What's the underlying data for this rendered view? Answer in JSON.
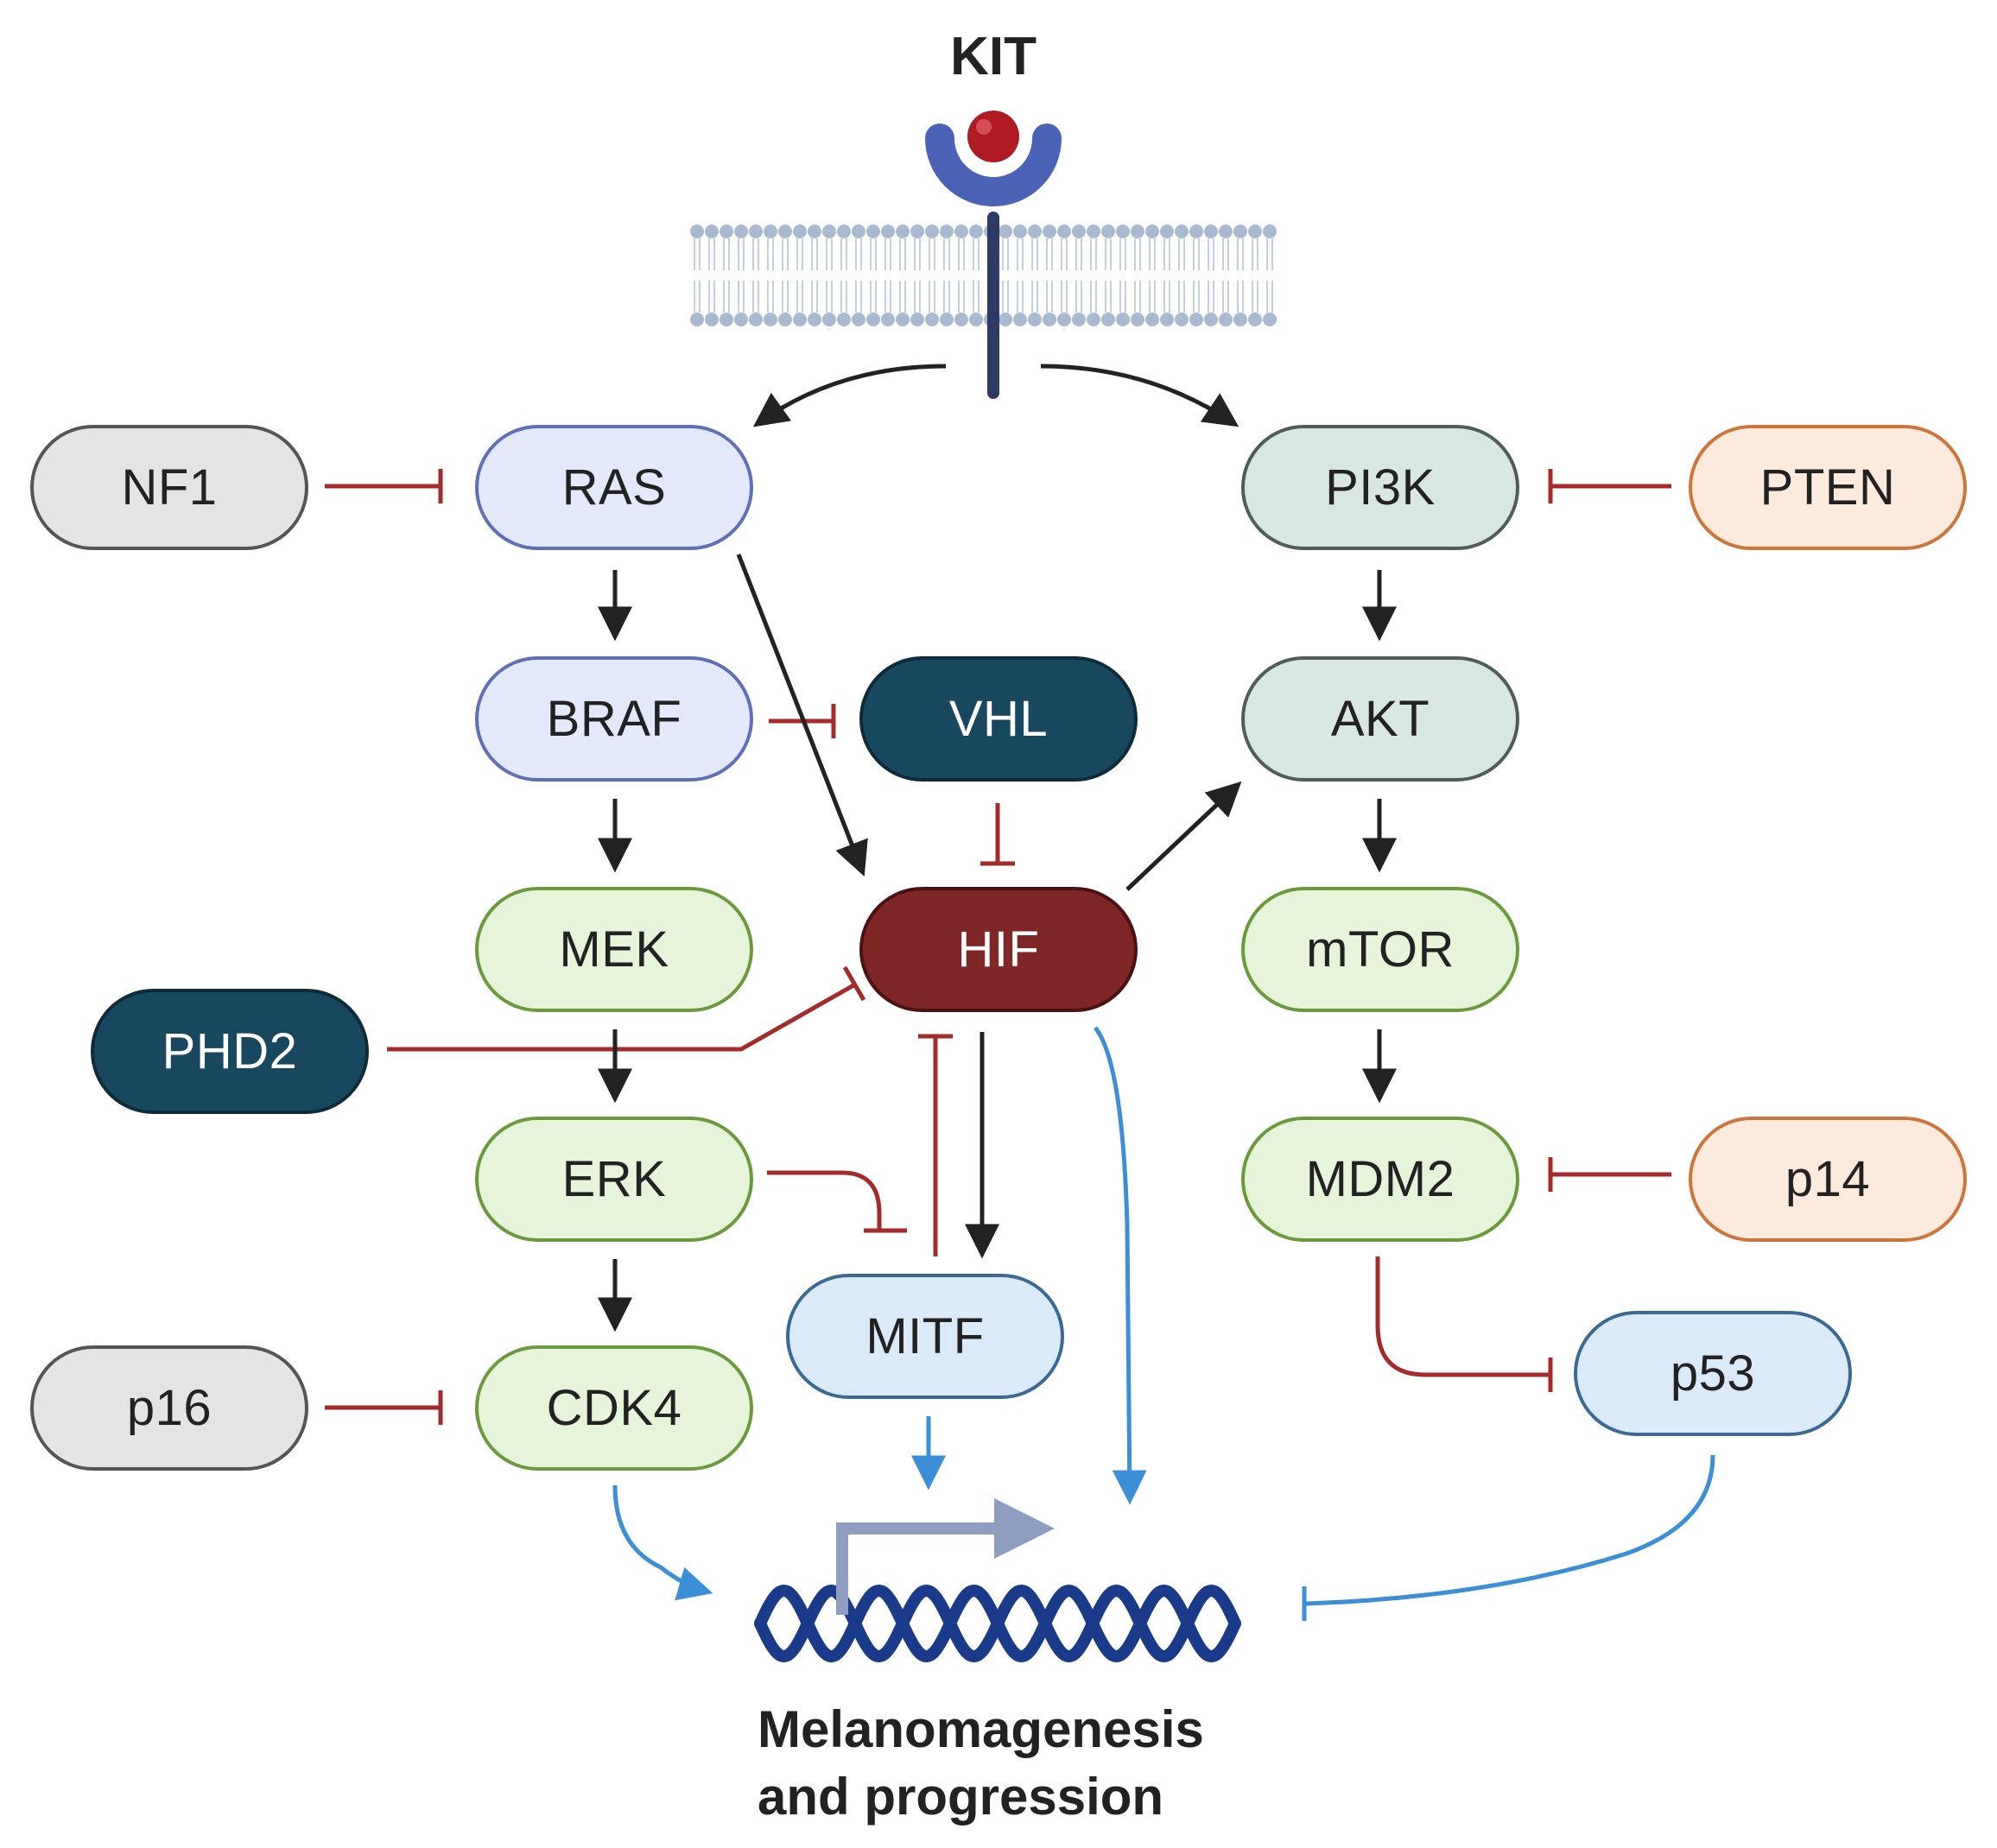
{
  "receptor": {
    "label": "KIT"
  },
  "nodes": {
    "nf1": {
      "label": "NF1"
    },
    "ras": {
      "label": "RAS"
    },
    "pi3k": {
      "label": "PI3K"
    },
    "pten": {
      "label": "PTEN"
    },
    "braf": {
      "label": "BRAF"
    },
    "vhl": {
      "label": "VHL"
    },
    "akt": {
      "label": "AKT"
    },
    "mek": {
      "label": "MEK"
    },
    "hif": {
      "label": "HIF"
    },
    "mtor": {
      "label": "mTOR"
    },
    "phd2": {
      "label": "PHD2"
    },
    "erk": {
      "label": "ERK"
    },
    "mdm2": {
      "label": "MDM2"
    },
    "p14": {
      "label": "p14"
    },
    "mitf": {
      "label": "MITF"
    },
    "p53": {
      "label": "p53"
    },
    "p16": {
      "label": "p16"
    },
    "cdk4": {
      "label": "CDK4"
    }
  },
  "outcome": {
    "line1": "Melanomagenesis",
    "line2": "and progression"
  },
  "colors": {
    "activation_arrow": "#222222",
    "inhibition": "#a52a2a",
    "transcription_arrow": "#3a8fd6",
    "dna_strand": "#1a3a8a",
    "promoter_arrow": "#8e9ec2"
  }
}
